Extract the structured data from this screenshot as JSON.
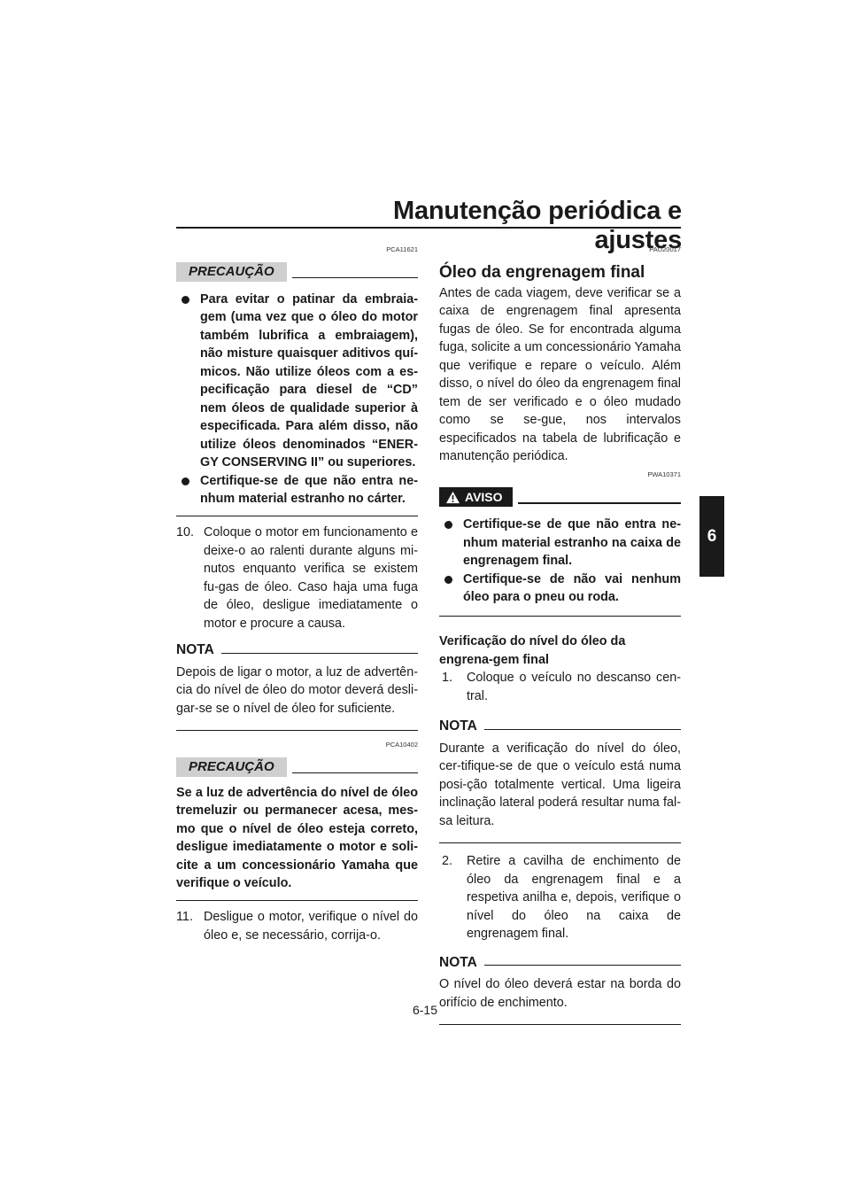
{
  "header": {
    "title": "Manutenção periódica e ajustes"
  },
  "chapter_tab": "6",
  "left": {
    "caution1": {
      "code": "PCA11621",
      "label": "PRECAUÇÃO",
      "bullets": [
        "Para evitar o patinar da embraia-gem (uma vez que o óleo do motor também lubrifica a embraiagem), não misture quaisquer aditivos quí-micos. Não utilize óleos com a es-pecificação para diesel de “CD” nem óleos de qualidade superior à especificada. Para além disso, não utilize óleos denominados “ENER-GY CONSERVING II” ou superiores.",
        "Certifique-se de que não entra ne-nhum material estranho no cárter."
      ]
    },
    "step10": {
      "num": "10.",
      "text": "Coloque o motor em funcionamento e deixe-o ao ralenti durante alguns mi-nutos enquanto verifica se existem fu-gas de óleo. Caso haja uma fuga de óleo, desligue imediatamente o motor e procure a causa."
    },
    "nota1": {
      "label": "NOTA",
      "text": "Depois de ligar o motor, a luz de advertên-cia do nível de óleo do motor deverá desli-gar-se se o nível de óleo for suficiente."
    },
    "caution2": {
      "code": "PCA10402",
      "label": "PRECAUÇÃO",
      "text": "Se a luz de advertência do nível de óleo tremeluzir ou permanecer acesa, mes-mo que o nível de óleo esteja correto, desligue imediatamente o motor e soli-cite a um concessionário Yamaha que verifique o veículo."
    },
    "step11": {
      "num": "11.",
      "text": "Desligue o motor, verifique o nível do óleo e, se necessário, corrija-o."
    }
  },
  "right": {
    "section": {
      "code": "PAU20017",
      "heading": "Óleo da engrenagem final",
      "text": "Antes de cada viagem, deve verificar se a caixa de engrenagem final apresenta fugas de óleo. Se for encontrada alguma fuga, solicite a um concessionário Yamaha que verifique e repare o veículo. Além disso, o nível do óleo da engrenagem final tem de ser verificado e o óleo mudado como se se-gue, nos intervalos especificados na tabela de lubrificação e manutenção periódica."
    },
    "warning": {
      "code": "PWA10371",
      "label": "AVISO",
      "icon": "warning-triangle-icon",
      "bullets": [
        "Certifique-se de que não entra ne-nhum material estranho na caixa de engrenagem final.",
        "Certifique-se de não vai nenhum óleo para o pneu ou roda."
      ]
    },
    "subheading": "Verificação do nível do óleo da engrena-gem final",
    "step1": {
      "num": "1.",
      "text": "Coloque o veículo no descanso cen-tral."
    },
    "nota2": {
      "label": "NOTA",
      "text": "Durante a verificação do nível do óleo, cer-tifique-se de que o veículo está numa posi-ção totalmente vertical. Uma ligeira inclinação lateral poderá resultar numa fal-sa leitura."
    },
    "step2": {
      "num": "2.",
      "text": "Retire a cavilha de enchimento de óleo da engrenagem final e a respetiva anilha e, depois, verifique o nível do óleo na caixa de engrenagem final."
    },
    "nota3": {
      "label": "NOTA",
      "text": "O nível do óleo deverá estar na borda do orifício de enchimento."
    }
  },
  "footer": {
    "page_number": "6-15"
  }
}
